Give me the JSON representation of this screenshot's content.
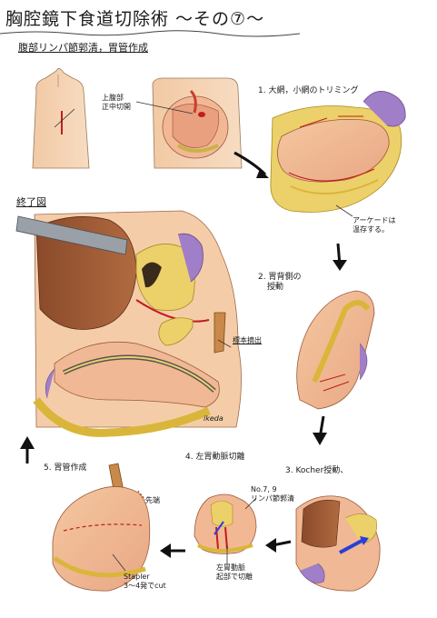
{
  "header": {
    "title": "胸腔鏡下食道切除術 ～その⑦～",
    "subtitle": "腹部リンパ節郭清，胃管作成"
  },
  "panels": {
    "incision": {
      "label_line1": "上腹部",
      "label_line2": "正中切開"
    },
    "step1": {
      "label": "1. 大網，小網のトリミング",
      "note_line1": "アーケードは",
      "note_line2": "温存する。"
    },
    "step2": {
      "label_line1": "2. 胃背側の",
      "label_line2": "授動"
    },
    "step3": {
      "label": "3. Kocher授動、"
    },
    "step4": {
      "label": "4. 左胃動脈切離",
      "node_label_line1": "No.7, 9",
      "node_label_line2": "リンパ節郭清",
      "artery_label_line1": "左胃動脈",
      "artery_label_line2": "起部で切離"
    },
    "step5": {
      "label": "5. 胃管作成",
      "tip_label": "先端",
      "stapler_line1": "Stapler",
      "stapler_line2": "3～4発でcut"
    },
    "final": {
      "label": "終了図",
      "specimen_label": "標本摘出",
      "signature": "ikeda"
    }
  }
}
